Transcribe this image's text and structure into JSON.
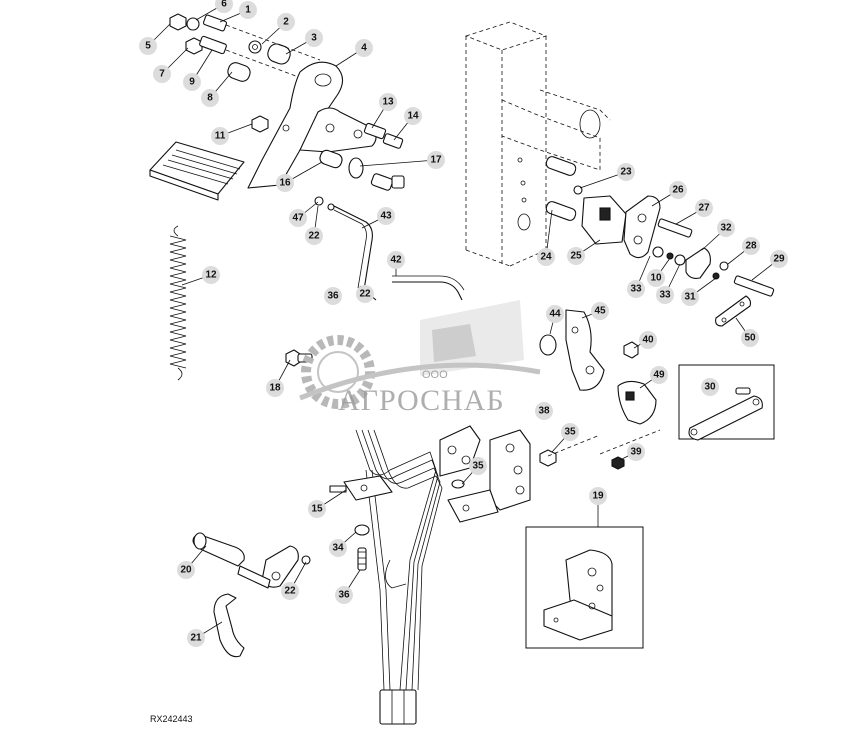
{
  "callouts": [
    {
      "label": "1"
    },
    {
      "label": "2"
    },
    {
      "label": "3"
    },
    {
      "label": "4"
    },
    {
      "label": "5"
    },
    {
      "label": "6"
    },
    {
      "label": "7"
    },
    {
      "label": "8"
    },
    {
      "label": "9"
    },
    {
      "label": "10"
    },
    {
      "label": "11"
    },
    {
      "label": "12"
    },
    {
      "label": "13"
    },
    {
      "label": "14"
    },
    {
      "label": "15"
    },
    {
      "label": "16"
    },
    {
      "label": "17"
    },
    {
      "label": "18"
    },
    {
      "label": "19"
    },
    {
      "label": "20"
    },
    {
      "label": "21"
    },
    {
      "label": "22"
    },
    {
      "label": "22"
    },
    {
      "label": "22"
    },
    {
      "label": "23"
    },
    {
      "label": "24"
    },
    {
      "label": "25"
    },
    {
      "label": "26"
    },
    {
      "label": "27"
    },
    {
      "label": "28"
    },
    {
      "label": "29"
    },
    {
      "label": "30"
    },
    {
      "label": "31"
    },
    {
      "label": "32"
    },
    {
      "label": "33"
    },
    {
      "label": "33"
    },
    {
      "label": "34"
    },
    {
      "label": "35"
    },
    {
      "label": "35"
    },
    {
      "label": "36"
    },
    {
      "label": "36"
    },
    {
      "label": "38"
    },
    {
      "label": "39"
    },
    {
      "label": "40"
    },
    {
      "label": "42"
    },
    {
      "label": "43"
    },
    {
      "label": "44"
    },
    {
      "label": "45"
    },
    {
      "label": "47"
    },
    {
      "label": "49"
    },
    {
      "label": "50"
    }
  ],
  "watermark": {
    "prefix": "ООО",
    "name": "АГРОСНАБ"
  },
  "reference_code": "RX242443"
}
